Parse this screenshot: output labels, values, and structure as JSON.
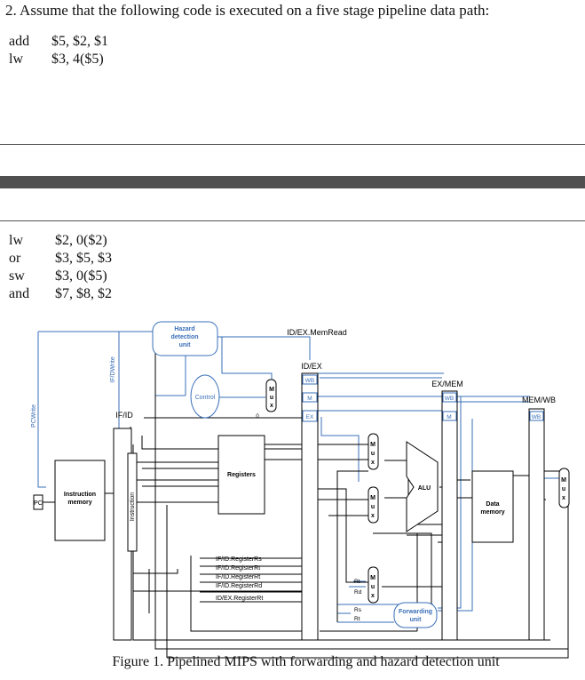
{
  "question": "2. Assume that the following code is executed on a five stage pipeline data path:",
  "code_block_1": [
    {
      "op": "add",
      "args": "$5, $2, $1"
    },
    {
      "op": "lw",
      "args": "$3, 4($5)"
    }
  ],
  "code_block_2": [
    {
      "op": "lw",
      "args": "$2, 0($2)"
    },
    {
      "op": "or",
      "args": "$3, $5, $3"
    },
    {
      "op": "sw",
      "args": "$3, 0($5)"
    },
    {
      "op": "and",
      "args": "$7, $8, $2"
    }
  ],
  "diagram": {
    "hazard_unit": [
      "Hazard",
      "detection",
      "unit"
    ],
    "idex_memread": "ID/EX.MemRead",
    "if_id": "IF/ID",
    "id_ex": "ID/EX",
    "ex_mem": "EX/MEM",
    "mem_wb": "MEM/WB",
    "pcwrite": "PCWrite",
    "ifdwrite": "IF/DWrite",
    "pc": "PC",
    "instruction_memory": [
      "Instruction",
      "memory"
    ],
    "instruction": "Instruction",
    "control": "Control",
    "registers": "Registers",
    "alu": "ALU",
    "data_memory": [
      "Data",
      "memory"
    ],
    "forwarding_unit": [
      "Forwarding",
      "unit"
    ],
    "wb": "WB",
    "m": "M",
    "ex": "EX",
    "mux": "M\nu\nx",
    "zero": "0",
    "rt": "Rt",
    "rd": "Rd",
    "rs": "Rs",
    "regs_list": [
      "IF/ID.RegisterRs",
      "IF/ID.RegisterRt",
      "IF/ID.RegisterRt",
      "IF/ID.RegisterRd",
      "ID/EX.RegisterRt"
    ]
  },
  "figure_caption": "Figure 1. Pipelined MIPS with forwarding and hazard detection unit",
  "colors": {
    "blue_lines": "#3a6fb8",
    "black_lines": "#000000"
  }
}
